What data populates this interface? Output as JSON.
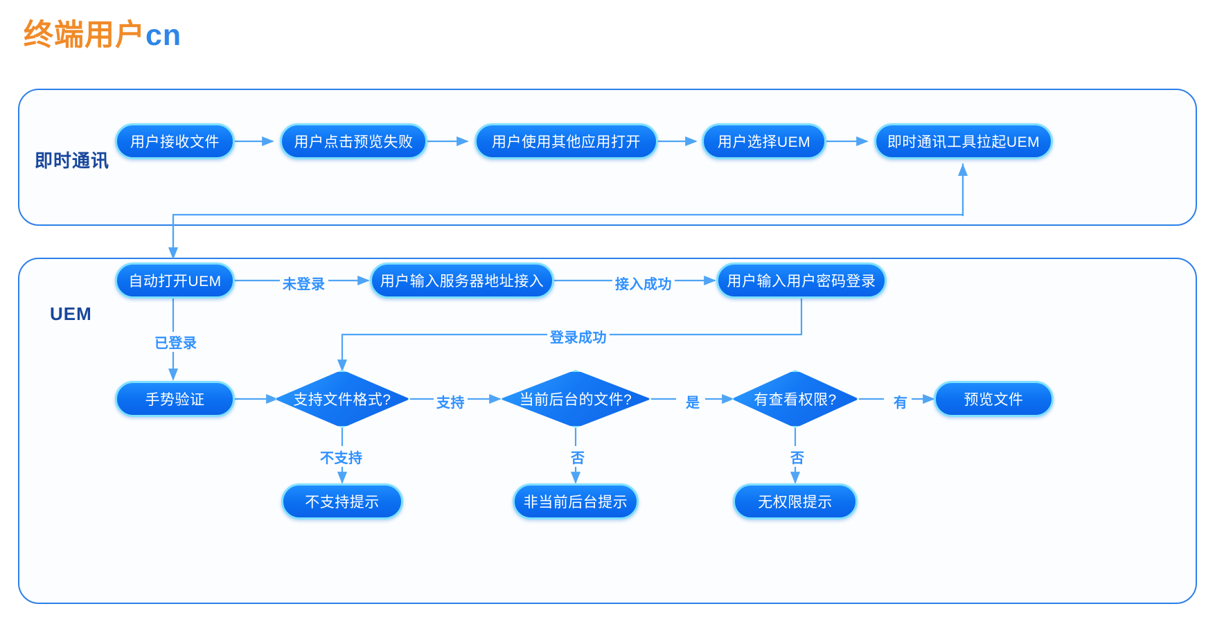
{
  "title": {
    "zh": "终端用户",
    "en": "cn"
  },
  "lanes": [
    {
      "id": "im",
      "label": "即时通讯"
    },
    {
      "id": "uem",
      "label": "UEM"
    }
  ],
  "nodes": {
    "im": [
      {
        "id": "im1",
        "label": "用户接收文件",
        "shape": "rounded"
      },
      {
        "id": "im2",
        "label": "用户点击预览失败",
        "shape": "rounded"
      },
      {
        "id": "im3",
        "label": "用户使用其他应用打开",
        "shape": "rounded"
      },
      {
        "id": "im4",
        "label": "用户选择UEM",
        "shape": "rounded"
      },
      {
        "id": "im5",
        "label": "即时通讯工具拉起UEM",
        "shape": "rounded"
      }
    ],
    "uem_row1": [
      {
        "id": "u1",
        "label": "自动打开UEM",
        "shape": "rounded"
      },
      {
        "id": "u2",
        "label": "用户输入服务器地址接入",
        "shape": "rounded"
      },
      {
        "id": "u3",
        "label": "用户输入用户密码登录",
        "shape": "rounded"
      }
    ],
    "uem_row2": [
      {
        "id": "u4",
        "label": "手势验证",
        "shape": "rounded"
      },
      {
        "id": "d1",
        "label": "支持文件格式?",
        "shape": "diamond"
      },
      {
        "id": "d2",
        "label": "当前后台的文件?",
        "shape": "diamond"
      },
      {
        "id": "d3",
        "label": "有查看权限?",
        "shape": "diamond"
      },
      {
        "id": "u5",
        "label": "预览文件",
        "shape": "rounded"
      }
    ],
    "uem_row3": [
      {
        "id": "u6",
        "label": "不支持提示",
        "shape": "rounded"
      },
      {
        "id": "u7",
        "label": "非当前后台提示",
        "shape": "rounded"
      },
      {
        "id": "u8",
        "label": "无权限提示",
        "shape": "rounded"
      }
    ]
  },
  "edge_labels": [
    {
      "id": "e_weidenglu",
      "label": "未登录"
    },
    {
      "id": "e_jieru",
      "label": "接入成功"
    },
    {
      "id": "e_yidenglu",
      "label": "已登录"
    },
    {
      "id": "e_denglu",
      "label": "登录成功"
    },
    {
      "id": "e_zhichi",
      "label": "支持"
    },
    {
      "id": "e_shi",
      "label": "是"
    },
    {
      "id": "e_you",
      "label": "有"
    },
    {
      "id": "e_buzhichi",
      "label": "不支持"
    },
    {
      "id": "e_fou1",
      "label": "否"
    },
    {
      "id": "e_fou2",
      "label": "否"
    }
  ],
  "colors": {
    "title_zh": "#F08A28",
    "title_en": "#2E86E8",
    "lane_border": "#2B7FE8",
    "lane_label": "#18469B",
    "node_fill": "#0B6FF0",
    "node_border": "#7FE0FF",
    "edge_line": "#4FA4F5",
    "edge_label": "#2F90FF",
    "background": "#FFFFFF"
  }
}
